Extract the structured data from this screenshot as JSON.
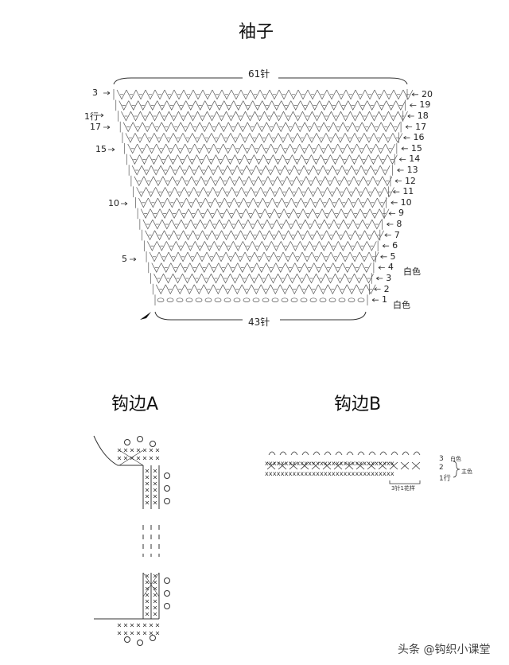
{
  "sleeve": {
    "title": "袖子",
    "top_stitches": "61针",
    "bottom_stitches": "43针",
    "right_rows": [
      "20",
      "19",
      "18",
      "17",
      "16",
      "15",
      "14",
      "13",
      "12",
      "11",
      "10",
      "9",
      "8",
      "7",
      "6",
      "5",
      "4",
      "3",
      "2",
      "1"
    ],
    "left_labels": {
      "r3": "3",
      "r1": "1行",
      "r17": "17",
      "r15": "15",
      "r10": "10",
      "r5": "5"
    },
    "white_label_4": "白色",
    "white_label_1": "白色"
  },
  "edgeA": {
    "title": "钩边A"
  },
  "edgeB": {
    "title": "钩边B",
    "row3": "3",
    "row2": "2",
    "row1": "1行",
    "white": "白色",
    "main": "主色",
    "repeat": "3针1花样",
    "x_row": "xxxxxxxxxxxxxxxxxxxxxxxxxxxxxxxxx"
  },
  "watermark": "头条 @钩织小课堂"
}
